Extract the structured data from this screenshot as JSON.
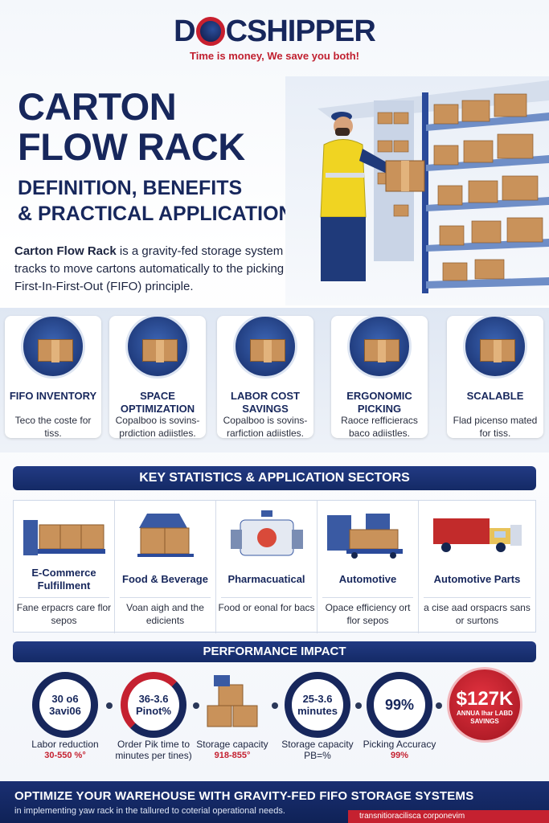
{
  "brand": {
    "logo_part1": "D",
    "logo_part2": "CSHIPPER",
    "tagline": "Time is money, We save you both!"
  },
  "hero": {
    "title_line1": "CARTON",
    "title_line2": "FLOW RACK",
    "subtitle_line1": "DEFINITION, BENEFITS",
    "subtitle_line2": "& PRACTICAL APPLICATIONS",
    "desc_bold": "Carton Flow Rack",
    "desc_rest": " is a gravity-fed storage system using roller or wheel tracks to move cartons automatically to the picking face, following the First-In-First-Out (FIFO) principle."
  },
  "features": [
    {
      "title": "FIFO INVENTORY",
      "text": "Teco the coste for tiss."
    },
    {
      "title": "SPACE OPTIMIZATION",
      "text": "Copalboo is sovins-prdiction adiistles."
    },
    {
      "title": "LABOR COST SAVINGS",
      "text": "Copalboo is sovins-rarfiction adiistles."
    },
    {
      "title": "ERGONOMIC PICKING",
      "text": "Raoce refficieracs baco adiistles."
    },
    {
      "title": "SCALABLE",
      "text": "Flad picenso mated for tiss."
    }
  ],
  "sectors_banner": "KEY STATISTICS & APPLICATION SECTORS",
  "sectors": [
    {
      "name": "E-Commerce Fulfillment",
      "desc": "Fane erpacrs care flor sepos"
    },
    {
      "name": "Food & Beverage",
      "desc": "Voan aigh and the edicients"
    },
    {
      "name": "Pharmacuatical",
      "desc": "Food or eonal for bacs"
    },
    {
      "name": "Automotive",
      "desc": "Opace efficiency ort flor sepos"
    },
    {
      "name": "Automotive Parts",
      "desc": "a cise aad orspacrs sans or surtons"
    }
  ],
  "performance_banner": "PERFORMANCE IMPACT",
  "performance": [
    {
      "gauge_line1": "30 o6",
      "gauge_line2": "3avi06",
      "label": "Labor reduction",
      "value": "30-550 %°"
    },
    {
      "gauge_line1": "36-3.6",
      "gauge_line2": "Pinot%",
      "label": "Order Pik time to minutes per tines)",
      "value": ""
    },
    {
      "gauge_line1": "",
      "gauge_line2": "",
      "label": "Storage capacity",
      "value": "918-855°"
    },
    {
      "gauge_line1": "25-3.6",
      "gauge_line2": "minutes",
      "label": "Storage capacity PB=%",
      "value": ""
    },
    {
      "gauge_line1": "99%",
      "gauge_line2": "",
      "label": "Picking Accuracy",
      "value": "99%"
    }
  ],
  "savings": {
    "amount": "$127K",
    "caption": "ANNUA lhar LABD SAVINGS"
  },
  "footer": {
    "headline": "OPTIMIZE YOUR WAREHOUSE WITH GRAVITY-FED FIFO STORAGE SYSTEMS",
    "subline": "in implementing yaw rack in the tallured to coterial operational needs.",
    "tag": "transnitioracilisca corponevim"
  },
  "colors": {
    "navy": "#17275c",
    "red": "#c52130",
    "carton": "#c9925a"
  }
}
